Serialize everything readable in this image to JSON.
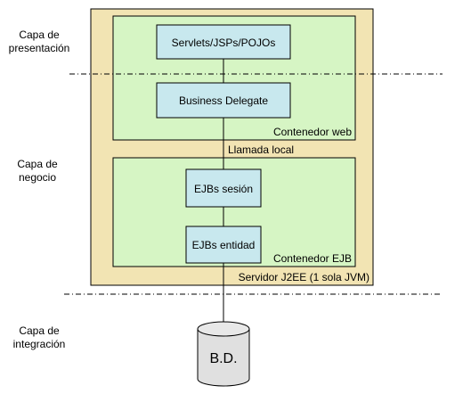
{
  "layers": {
    "presentation": [
      "Capa de",
      "presentación"
    ],
    "business": [
      "Capa de",
      "negocio"
    ],
    "integration": [
      "Capa de",
      "integración"
    ]
  },
  "server": {
    "label": "Servidor J2EE  (1 sola JVM)",
    "fill": "#f2e4b3"
  },
  "web_container": {
    "label": "Contenedor web",
    "fill": "#d6f5c4"
  },
  "ejb_container": {
    "label": "Contenedor EJB",
    "fill": "#d6f5c4"
  },
  "local_call": "Llamada local",
  "components": {
    "servlets": "Servlets/JSPs/POJOs",
    "business_delegate": "Business Delegate",
    "ejb_session": "EJBs sesión",
    "ejb_entity": "EJBs entidad",
    "fill": "#c8e8ee"
  },
  "database": {
    "label": "B.D.",
    "fill": "#e0e0e0"
  }
}
